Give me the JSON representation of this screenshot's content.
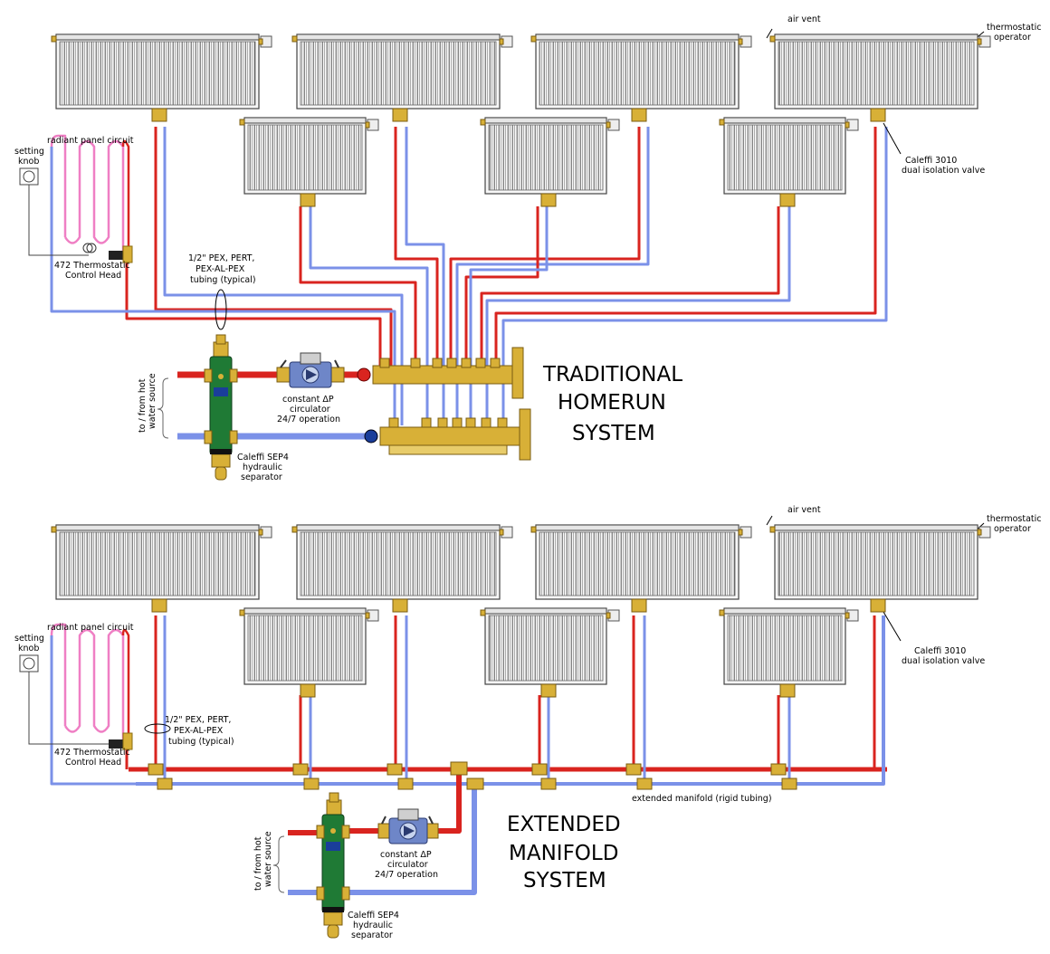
{
  "colors": {
    "supply": "#d9241f",
    "return": "#7b91e8",
    "radiant_loop": "#ef7fc4",
    "brass": "#d8b037",
    "separator": "#1f7a35",
    "radiator_fill": "#f7f7f7",
    "radiator_stroke": "#444444"
  },
  "top": {
    "labels": {
      "air_vent": "air vent",
      "thermostatic_operator": [
        "thermostatic",
        "operator"
      ],
      "setting_knob": [
        "setting",
        "knob"
      ],
      "radiant_panel_circuit": "radiant panel circuit",
      "thermostatic_head": [
        "472 Thermostatic",
        "Control Head"
      ],
      "tubing": [
        "1/2\" PEX, PERT,",
        "PEX-AL-PEX",
        "tubing (typical)"
      ],
      "isolation_valve": [
        "Caleffi 3010",
        "dual isolation valve"
      ],
      "hot_water_source": [
        "to / from hot",
        "water source"
      ],
      "circulator": [
        "constant ΔP",
        "circulator",
        "24/7 operation"
      ],
      "separator": [
        "Caleffi SEP4",
        "hydraulic",
        "separator"
      ]
    },
    "title": [
      "TRADITIONAL",
      "HOMERUN",
      "SYSTEM"
    ]
  },
  "bottom": {
    "labels": {
      "air_vent": "air vent",
      "thermostatic_operator": [
        "thermostatic",
        "operator"
      ],
      "setting_knob": [
        "setting",
        "knob"
      ],
      "radiant_panel_circuit": "radiant panel circuit",
      "thermostatic_head": [
        "472 Thermostatic",
        "Control Head"
      ],
      "tubing": [
        "1/2\" PEX, PERT,",
        "PEX-AL-PEX",
        "tubing (typical)"
      ],
      "isolation_valve": [
        "Caleffi 3010",
        "dual isolation valve"
      ],
      "extended_manifold": "extended manifold (rigid tubing)",
      "hot_water_source": [
        "to / from hot",
        "water source"
      ],
      "circulator": [
        "constant ΔP",
        "circulator",
        "24/7 operation"
      ],
      "separator": [
        "Caleffi SEP4",
        "hydraulic",
        "separator"
      ]
    },
    "title": [
      "EXTENDED",
      "MANIFOLD",
      "SYSTEM"
    ]
  }
}
